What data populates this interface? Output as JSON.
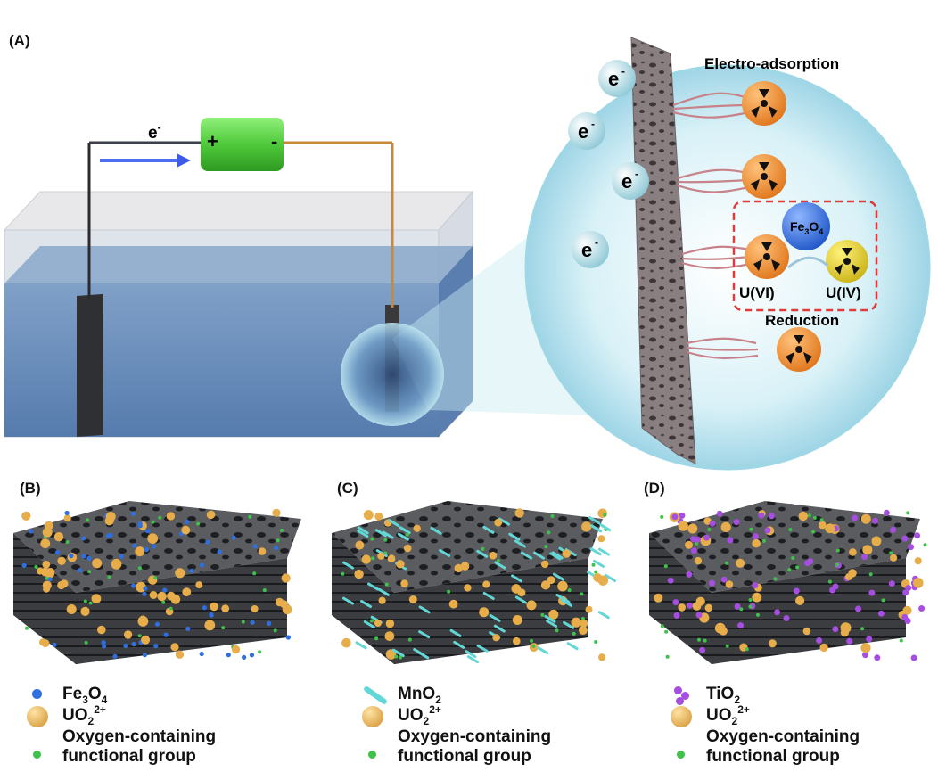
{
  "panel_labels": {
    "a": "(A)",
    "b": "(B)",
    "c": "(C)",
    "d": "(D)"
  },
  "panel_a": {
    "electron": "e",
    "electron_sup": "-",
    "battery_plus": "+",
    "battery_minus": "-",
    "electro_adsorption": "Electro-adsorption",
    "reduction": "Reduction",
    "fe3o4_main": "Fe",
    "fe3o4_sub1": "3",
    "fe3o4_o": "O",
    "fe3o4_sub2": "4",
    "u6": "U(VI)",
    "u4": "U(IV)"
  },
  "legend_b": {
    "item1_main": "Fe",
    "item1_sub1": "3",
    "item1_o": "O",
    "item1_sub2": "4",
    "item2_main": "UO",
    "item2_sub": "2",
    "item2_sup": "2+",
    "item3_line1": "Oxygen-containing",
    "item3_line2": "functional group"
  },
  "legend_c": {
    "item1_main": "MnO",
    "item1_sub": "2",
    "item2_main": "UO",
    "item2_sub": "2",
    "item2_sup": "2+",
    "item3_line1": "Oxygen-containing",
    "item3_line2": "functional group"
  },
  "legend_d": {
    "item1_main": "TiO",
    "item1_sub": "2",
    "item2_main": "UO",
    "item2_sub": "2",
    "item2_sup": "2+",
    "item3_line1": "Oxygen-containing",
    "item3_line2": "functional group"
  },
  "colors": {
    "water": "#5b86b8",
    "battery": "#5fd14a",
    "magnifier": "#c7ecf3",
    "uranium_orange": "#f08b2c",
    "uranium_yellow": "#e6d21f",
    "fe3o4_blue": "#2f6fe0",
    "uo2_gold": "#e6ad4a",
    "oxygen_green": "#3fc24a",
    "mno2_cyan": "#63d6d6",
    "tio2_purple": "#a64ee0",
    "reduction_box": "#e23a3a"
  }
}
